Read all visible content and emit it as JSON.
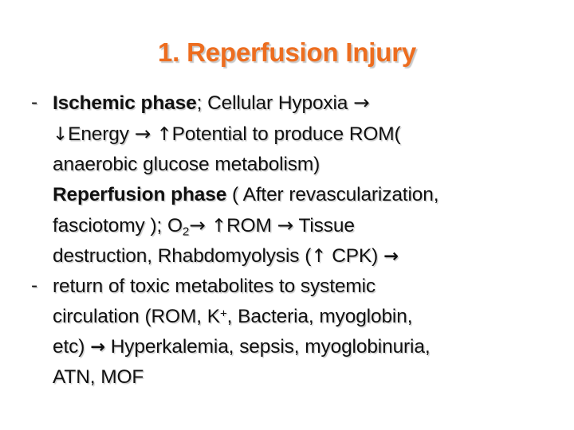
{
  "slide": {
    "title": "1. Reperfusion Injury",
    "title_color": "#ED6D1F",
    "background_color": "#FFFFFF",
    "text_color": "#111111",
    "bullets": [
      {
        "marker": "-",
        "bold_lead": "Ischemic phase",
        "rest_1": "; Cellular Hypoxia ",
        "arrow_1": "→",
        "line_2_down": "↓",
        "line_2_a": "Energy ",
        "line_2_arrow": "→",
        "line_2_up": " ↑",
        "line_2_b": "Potential to produce ROM(",
        "line_3": "anaerobic glucose metabolism)",
        "full_text": "- Ischemic phase; Cellular Hypoxia → ↓Energy → ↑Potential to produce ROM( anaerobic glucose metabolism)"
      },
      {
        "marker": "-",
        "bold_lead": "Reperfusion phase",
        "rest_1": " ( After revascularization,",
        "line_2_a": "fasciotomy ); O",
        "line_2_sub": "2",
        "line_2_arrow1": "→",
        "line_2_up": " ↑",
        "line_2_b": "ROM ",
        "line_2_arrow2": "→",
        "line_2_c": " Tissue",
        "line_3_a": "destruction, Rhabdomyolysis (",
        "line_3_up": "↑",
        "line_3_b": " CPK) ",
        "line_3_fat_arrow": "→",
        "line_4": "return of toxic metabolites to systemic",
        "line_5_a": "circulation (ROM, K",
        "line_5_sup": "+",
        "line_5_b": ", Bacteria, myoglobin,",
        "line_6_a": "etc) ",
        "line_6_fat_arrow": "→",
        "line_6_b": " Hyperkalemia, sepsis, myoglobinuria,",
        "line_7": "ATN, MOF",
        "full_text": "- Reperfusion phase ( After revascularization, fasciotomy ); O2→ ↑ROM → Tissue destruction, Rhabdomyolysis (↑ CPK) → return of toxic metabolites to systemic circulation (ROM, K+, Bacteria, myoglobin, etc) → Hyperkalemia, sepsis, myoglobinuria, ATN, MOF"
      }
    ]
  }
}
